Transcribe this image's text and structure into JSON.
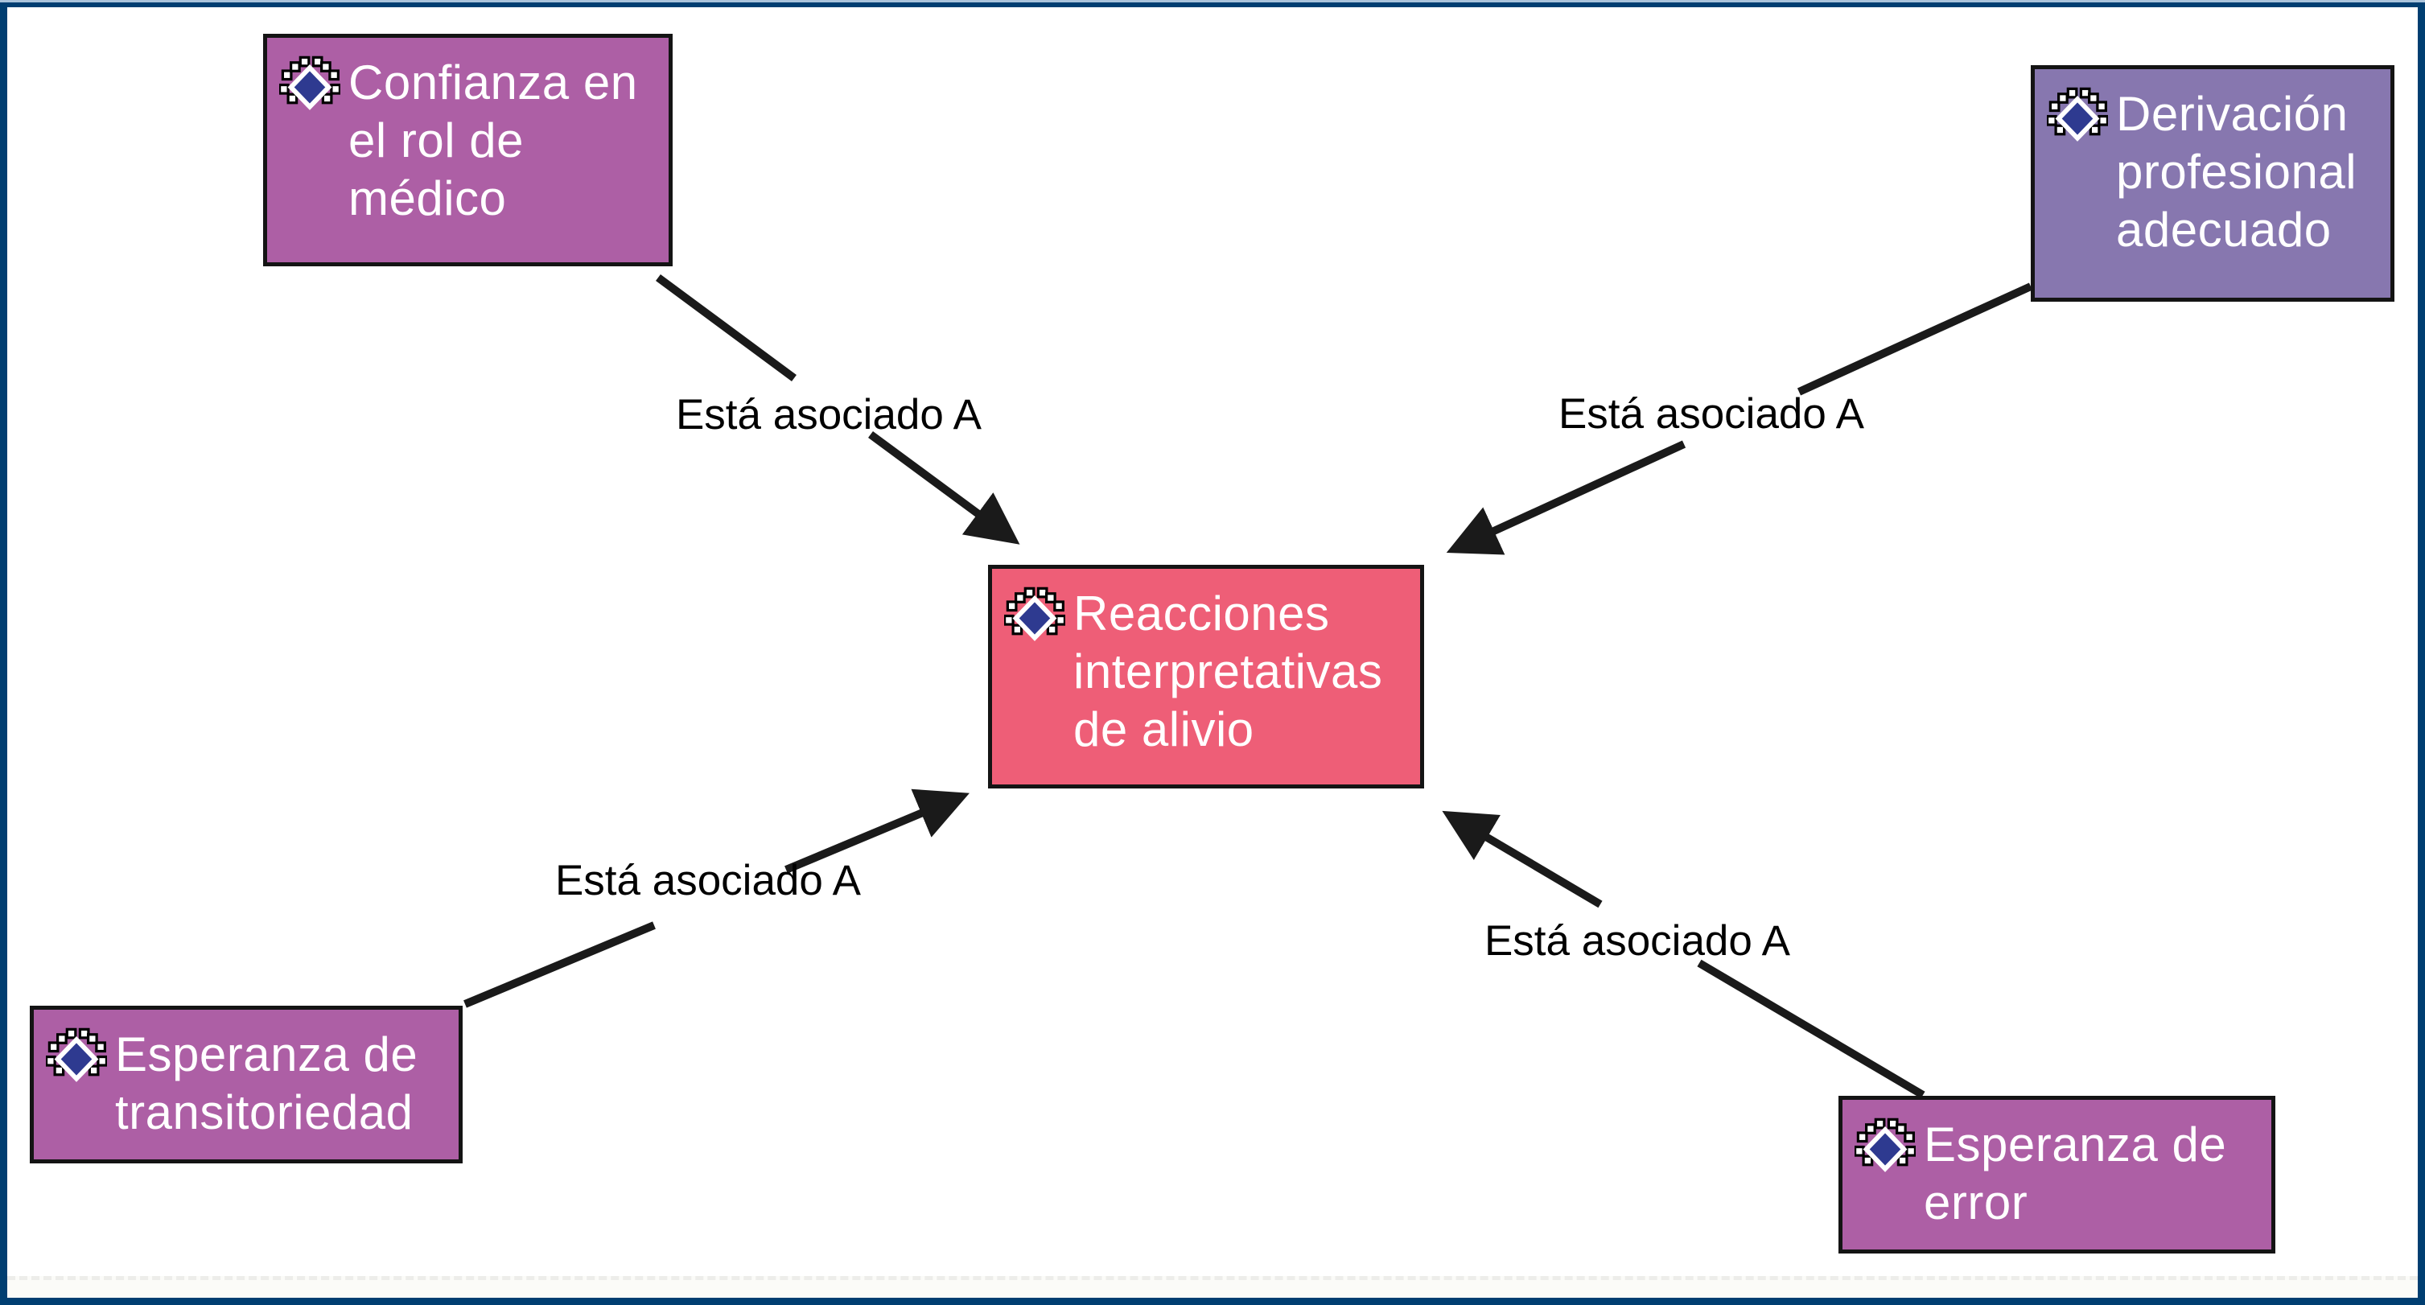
{
  "page": {
    "background": "#ffffff",
    "frame_color": "#003e71",
    "top_strip_color": "#aac3db"
  },
  "diagram": {
    "line_color": "#1a1a1a",
    "node_text_color": "#ffffff",
    "icon": {
      "name": "code-diamond-icon",
      "diamond_color": "#2e3a90"
    },
    "nodes": [
      {
        "id": "confianza-rol-medico",
        "label": "Confianza en\nel rol de\nmédico",
        "fill": "#ad5fa5"
      },
      {
        "id": "derivacion-profesional",
        "label": "Derivación\nprofesional\nadecuado",
        "fill": "#8777af"
      },
      {
        "id": "reacciones-alivio",
        "label": "Reacciones\ninterpretativas\nde alivio",
        "fill": "#ee5e77"
      },
      {
        "id": "esperanza-transitoriedad",
        "label": "Esperanza de\ntransitoriedad",
        "fill": "#ad5fa5"
      },
      {
        "id": "esperanza-error",
        "label": "Esperanza de\nerror",
        "fill": "#ad5fa5"
      }
    ],
    "edges": [
      {
        "from": "confianza-rol-medico",
        "to": "reacciones-alivio",
        "label": "Está asociado A"
      },
      {
        "from": "derivacion-profesional",
        "to": "reacciones-alivio",
        "label": "Está asociado A"
      },
      {
        "from": "esperanza-transitoriedad",
        "to": "reacciones-alivio",
        "label": "Está asociado A"
      },
      {
        "from": "esperanza-error",
        "to": "reacciones-alivio",
        "label": "Está asociado A"
      }
    ]
  }
}
